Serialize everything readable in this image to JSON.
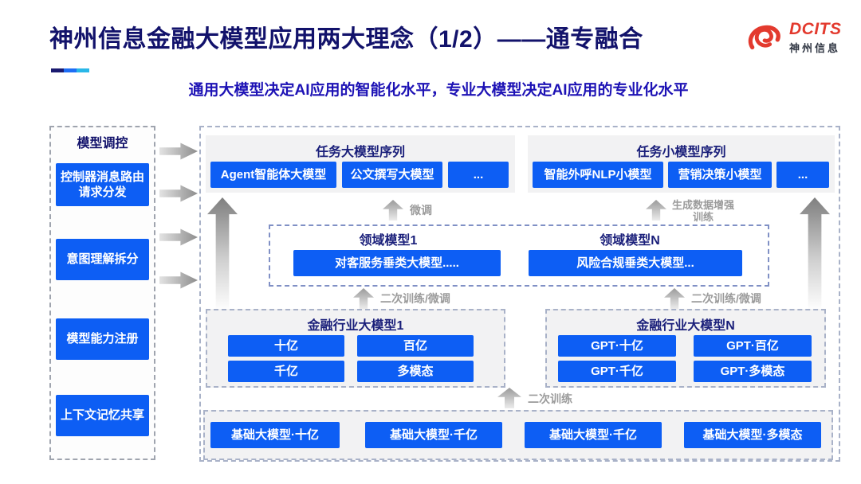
{
  "header": {
    "title": "神州信息金融大模型应用两大理念（1/2）——通专融合",
    "subtitle": "通用大模型决定AI应用的智能化水平，专业大模型决定AI应用的专业化水平",
    "logo_text": "DCITS",
    "logo_subtext": "神州信息"
  },
  "colors": {
    "title_navy": "#12126B",
    "subtitle_blue": "#1D12B5",
    "box_blue": "#0D5EF4",
    "brand_red": "#E33A2E",
    "label_gray": "#9B9B9B",
    "header_navy": "#1A1F7A",
    "bar_segments": [
      "#1A1A70",
      "#1E6EF5",
      "#29B7E8"
    ]
  },
  "sidebar": {
    "header": "模型调控",
    "items": [
      {
        "label": "控制器消息路由请求分发"
      },
      {
        "label": "意图理解拆分"
      },
      {
        "label": "模型能力注册"
      },
      {
        "label": "上下文记忆共享"
      }
    ]
  },
  "diagram": {
    "task_large": {
      "header": "任务大模型序列",
      "boxes": [
        "Agent智能体大模型",
        "公文撰写大模型",
        "..."
      ]
    },
    "task_small": {
      "header": "任务小模型序列",
      "boxes": [
        "智能外呼NLP小模型",
        "营销决策小模型",
        "..."
      ]
    },
    "labels": {
      "fine_tune": "微调",
      "gen_data_train": "生成数据增强训练",
      "retrain_ft_left": "二次训练/微调",
      "retrain_ft_right": "二次训练/微调",
      "retrain": "二次训练"
    },
    "domain": {
      "left": {
        "header": "领域模型1",
        "box": "对客服务垂类大模型....."
      },
      "right": {
        "header": "领域模型N",
        "box": "风险合规垂类大模型..."
      }
    },
    "industry": {
      "left": {
        "header": "金融行业大模型1",
        "boxes": [
          "十亿",
          "百亿",
          "千亿",
          "多模态"
        ]
      },
      "right": {
        "header": "金融行业大模型N",
        "boxes": [
          "GPT·十亿",
          "GPT·百亿",
          "GPT·千亿",
          "GPT·多模态"
        ]
      }
    },
    "base": {
      "boxes": [
        "基础大模型·十亿",
        "基础大模型·千亿",
        "基础大模型·千亿",
        "基础大模型·多模态"
      ]
    }
  }
}
